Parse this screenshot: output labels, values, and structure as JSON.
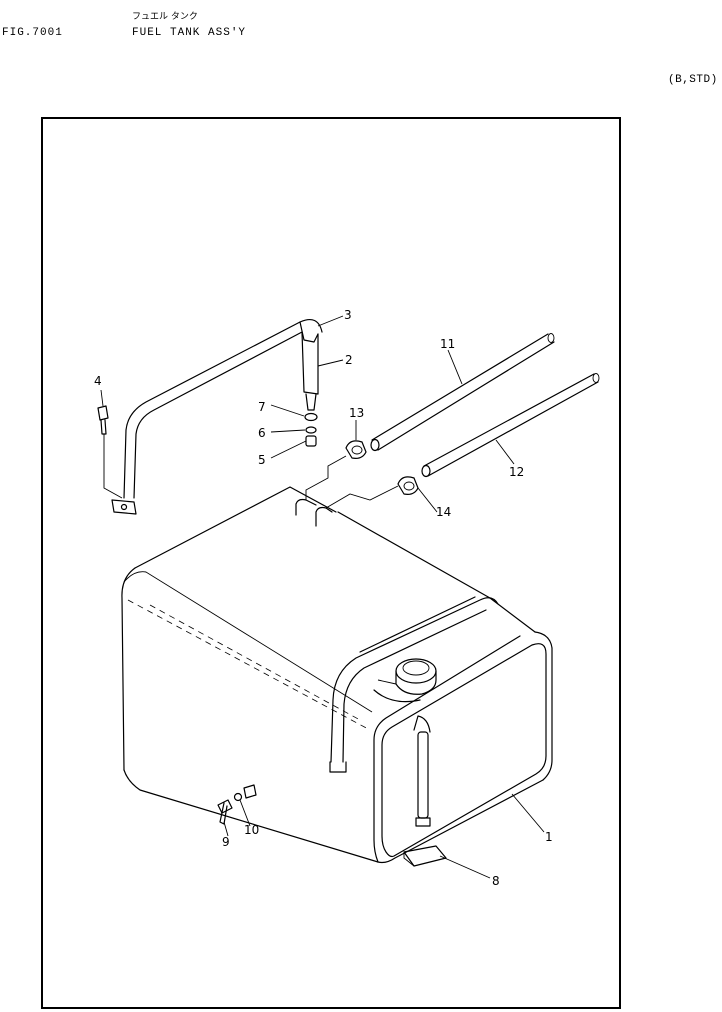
{
  "header": {
    "japanese_title": "フュエル タンク",
    "figure_no": "FIG.7001",
    "title": "FUEL TANK ASS'Y",
    "variant": "(B,STD)"
  },
  "callouts": [
    {
      "id": "callout-1",
      "label": "1"
    },
    {
      "id": "callout-2",
      "label": "2"
    },
    {
      "id": "callout-3",
      "label": "3"
    },
    {
      "id": "callout-4",
      "label": "4"
    },
    {
      "id": "callout-5",
      "label": "5"
    },
    {
      "id": "callout-6",
      "label": "6"
    },
    {
      "id": "callout-7",
      "label": "7"
    },
    {
      "id": "callout-8",
      "label": "8"
    },
    {
      "id": "callout-9",
      "label": "9"
    },
    {
      "id": "callout-10",
      "label": "10"
    },
    {
      "id": "callout-11",
      "label": "11"
    },
    {
      "id": "callout-12",
      "label": "12"
    },
    {
      "id": "callout-13",
      "label": "13"
    },
    {
      "id": "callout-14",
      "label": "14"
    }
  ]
}
